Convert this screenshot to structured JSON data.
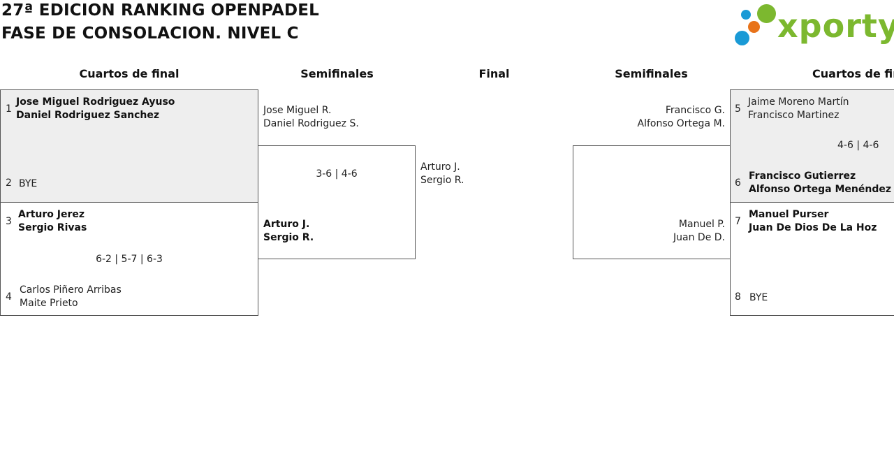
{
  "header": {
    "title_line1": "27ª EDICION RANKING OPENPADEL",
    "title_line2": "FASE DE CONSOLACION. NIVEL C"
  },
  "logo": {
    "text": "xporty",
    "colors": {
      "green": "#7cb82f",
      "blue": "#1a9ad6",
      "orange": "#e8731a"
    }
  },
  "rounds": {
    "qf_left": "Cuartos de final",
    "sf_left": "Semifinales",
    "final": "Final",
    "sf_right": "Semifinales",
    "qf_right": "Cuartos de fin"
  },
  "left": {
    "qf1": {
      "seed_top": "1",
      "top": [
        "Jose Miguel Rodriguez Ayuso",
        "Daniel Rodriguez Sanchez"
      ],
      "seed_bottom": "2",
      "bottom": [
        "BYE"
      ],
      "score": ""
    },
    "qf2": {
      "seed_top": "3",
      "top": [
        "Arturo Jerez",
        "Sergio Rivas"
      ],
      "seed_bottom": "4",
      "bottom": [
        "Carlos Piñero Arribas",
        "Maite Prieto"
      ],
      "score": "6-2 | 5-7 | 6-3"
    },
    "sf": {
      "top": [
        "Jose Miguel R.",
        "Daniel Rodriguez S."
      ],
      "bottom": [
        "Arturo J.",
        "Sergio R."
      ],
      "score": "3-6 | 4-6"
    }
  },
  "final": {
    "left": [
      "Arturo J.",
      "Sergio R."
    ]
  },
  "right": {
    "qf1": {
      "seed_top": "5",
      "top": [
        "Jaime Moreno Martín",
        "Francisco Martinez"
      ],
      "seed_bottom": "6",
      "bottom": [
        "Francisco Gutierrez",
        "Alfonso Ortega Menéndez"
      ],
      "score": "4-6 | 4-6"
    },
    "qf2": {
      "seed_top": "7",
      "top": [
        "Manuel Purser",
        "Juan De Dios De La Hoz"
      ],
      "seed_bottom": "8",
      "bottom": [
        "BYE"
      ],
      "score": ""
    },
    "sf": {
      "top": [
        "Francisco G.",
        "Alfonso Ortega M."
      ],
      "bottom": [
        "Manuel P.",
        "Juan De D."
      ],
      "score": ""
    }
  }
}
